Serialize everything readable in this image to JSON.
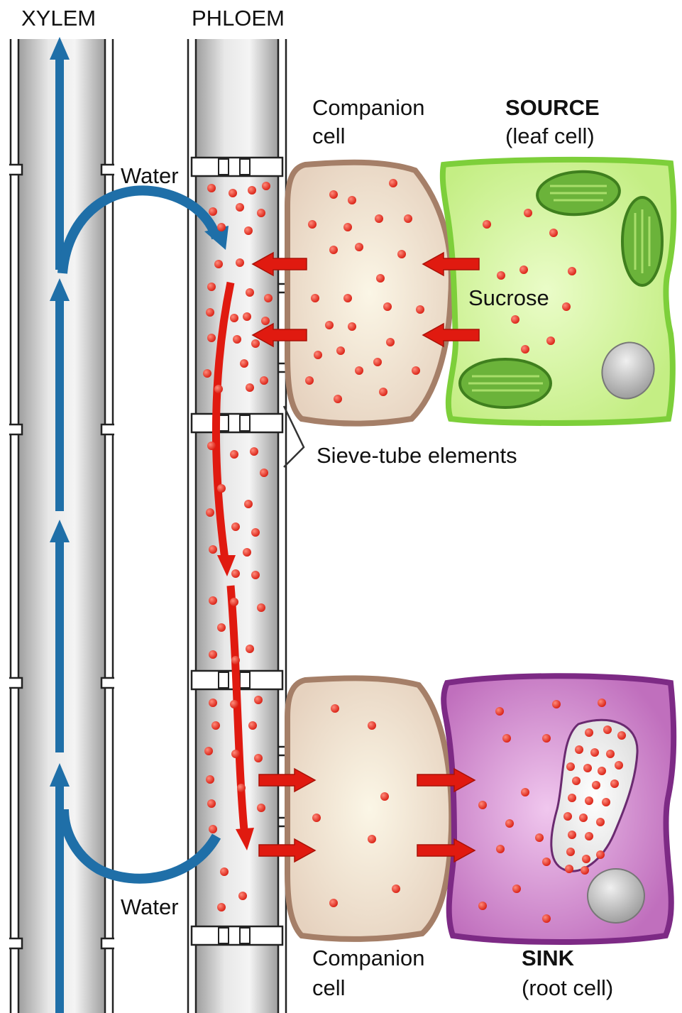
{
  "labels": {
    "xylem": "XYLEM",
    "phloem": "PHLOEM",
    "companion_top_line1": "Companion",
    "companion_top_line2": "cell",
    "source_title": "SOURCE",
    "source_sub": "(leaf cell)",
    "water_top": "Water",
    "sucrose": "Sucrose",
    "sieve_tube": "Sieve-tube elements",
    "water_bottom": "Water",
    "companion_bottom_line1": "Companion",
    "companion_bottom_line2": "cell",
    "sink_title": "SINK",
    "sink_sub": "(root cell)"
  },
  "colors": {
    "water_arrow": "#1f6fa8",
    "sucrose_arrow": "#e01a10",
    "sucrose_dot": "#e3261c",
    "tube_fill": "#d6d6d6",
    "companion_fill": "#eadbc8",
    "companion_border": "#a57f68",
    "source_fill": "#c9f08a",
    "source_border": "#7dcf3a",
    "chloroplast": "#5aa12e",
    "sink_fill": "#c77fc4",
    "sink_border": "#7d2a85",
    "nucleus": "#b8b8b8"
  },
  "icons": {
    "water_arrow": "curved-blue-arrow-icon",
    "sucrose_arrow": "red-arrow-icon",
    "sucrose_dot": "sucrose-molecule-icon"
  }
}
